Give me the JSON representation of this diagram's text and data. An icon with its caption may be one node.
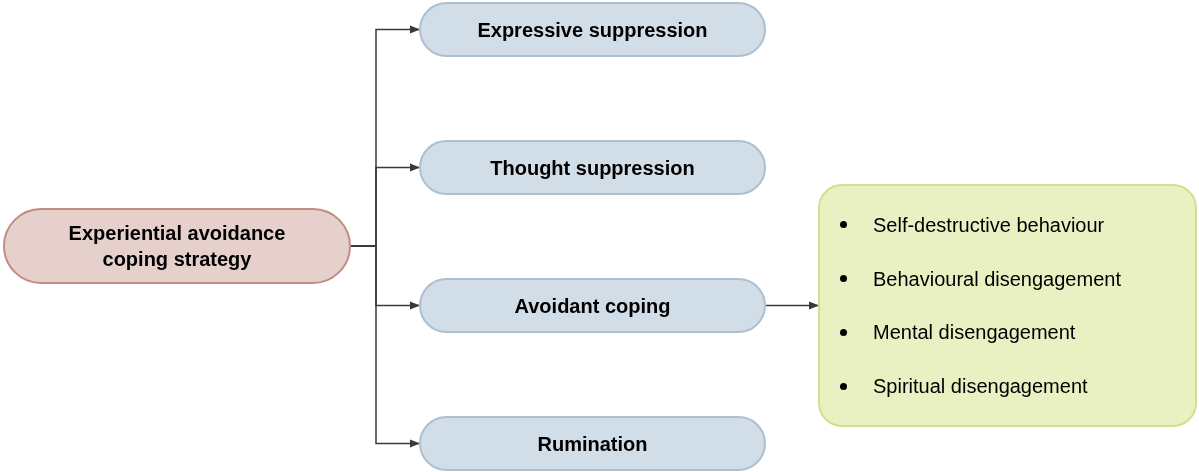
{
  "diagram": {
    "nodes": [
      {
        "text": [
          "Experiential avoidance coping strategy"
        ]
      },
      {
        "text": [
          "Expressive suppression"
        ]
      },
      {
        "text": [
          "Thought suppression"
        ]
      },
      {
        "text": [
          "Avoidant coping"
        ]
      },
      {
        "text": [
          "Rumination"
        ]
      },
      {
        "text": [
          "Self-destructive behaviour",
          "Behavioural disengagement",
          "Mental disengagement",
          "Spiritual disengagement"
        ]
      }
    ],
    "edges": [
      {
        "from": 0,
        "to": 1,
        "arrow": "to"
      },
      {
        "from": 0,
        "to": 2,
        "arrow": "to"
      },
      {
        "from": 0,
        "to": 3,
        "arrow": "to"
      },
      {
        "from": 0,
        "to": 4,
        "arrow": "to"
      },
      {
        "from": 3,
        "to": 5,
        "arrow": "to"
      }
    ]
  }
}
